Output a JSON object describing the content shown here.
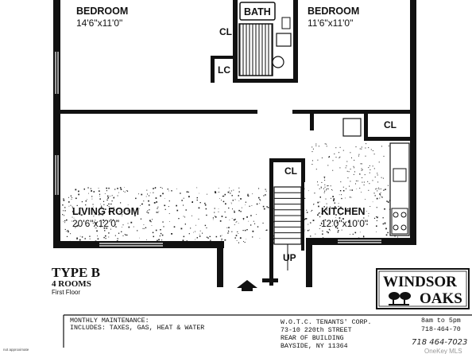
{
  "rooms": {
    "bedroom1": {
      "name": "BEDROOM",
      "dims": "14'6\"x11'0\""
    },
    "bath": {
      "name": "BATH"
    },
    "bedroom2": {
      "name": "BEDROOM",
      "dims": "11'6\"x11'0\""
    },
    "living": {
      "name": "LIVING ROOM",
      "dims": "20'6\"x12'0\""
    },
    "kitchen": {
      "name": "KITCHEN",
      "dims": "12'0\"x10'0\""
    }
  },
  "closets": {
    "cl_bath": "CL",
    "lc": "LC",
    "cl_hall": "CL",
    "cl_stairs": "CL"
  },
  "stairs_label": "UP",
  "unit_type": {
    "title": "TYPE B",
    "rooms": "4 ROOMS",
    "floor": "First Floor"
  },
  "maintenance": {
    "line1": "MONTHLY MAINTENANCE:",
    "line2": "INCLUDES: TAXES, GAS, HEAT & WATER"
  },
  "office": {
    "line1": "W.O.T.C. TENANTS' CORP.",
    "line2": "73-10 220th STREET",
    "line3": "REAR OF BUILDING",
    "line4": "BAYSIDE, NY  11364"
  },
  "hours": {
    "line1": "8am to 5pm",
    "line2": "718-464-70"
  },
  "handwritten_phone": "718 464-7023",
  "logo": {
    "line1": "WINDSOR",
    "line2": "OAKS"
  },
  "footnote": "not approximate",
  "watermark": "OneKey MLS"
}
